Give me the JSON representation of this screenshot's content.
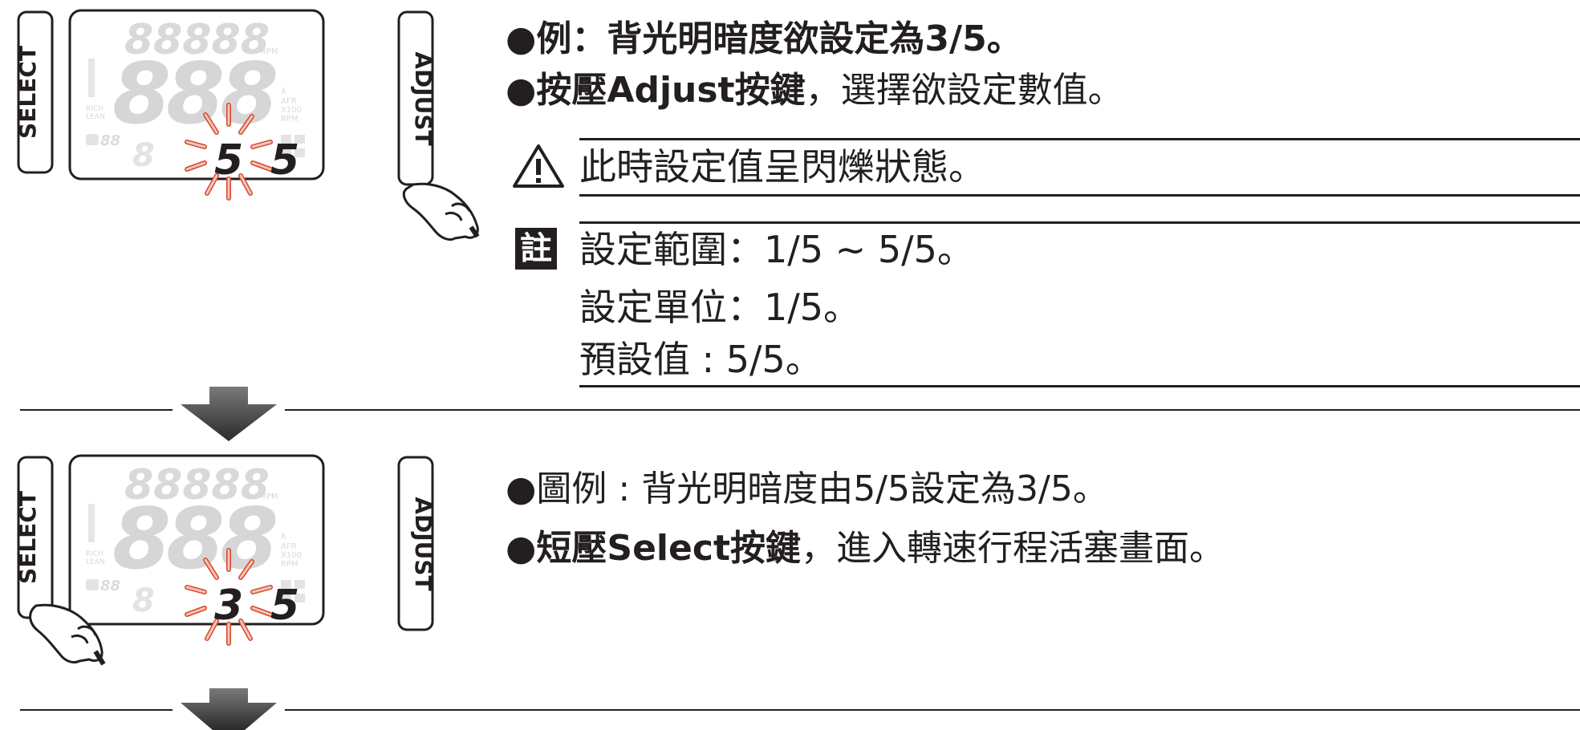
{
  "step1": {
    "panel": {
      "select_label": "SELECT",
      "adjust_label": "ADJUST",
      "top_digits": "88888",
      "rpm_small": "RPM",
      "main_digits": "888",
      "rich": "RICH",
      "lean": "LEAN",
      "afr": "AFR",
      "x100": "X100",
      "rpm": "RPM",
      "lambda": "λ",
      "value_left": "5",
      "value_right": "5",
      "small_digits": "88"
    },
    "line1": "●例：背光明暗度欲設定為3/5。",
    "line2_bullet": "●",
    "line2_bold": "按壓Adjust按鍵",
    "line2_rest": "，選擇欲設定數值。",
    "warning_text": "此時設定值呈閃爍狀態。",
    "note_icon": "註",
    "note_lines": [
      "設定範圍：1/5 ~ 5/5。",
      "設定單位：1/5。",
      "預設值 : 5/5。"
    ]
  },
  "step2": {
    "panel": {
      "select_label": "SELECT",
      "adjust_label": "ADJUST",
      "top_digits": "88888",
      "rpm_small": "RPM",
      "main_digits": "888",
      "rich": "RICH",
      "lean": "LEAN",
      "afr": "AFR",
      "x100": "X100",
      "rpm": "RPM",
      "lambda": "λ",
      "value_left": "3",
      "value_right": "5",
      "small_digits": "88"
    },
    "line1": "●圖例 : 背光明暗度由5/5設定為3/5。",
    "line2_bullet": "●",
    "line2_bold": "短壓Select按鍵",
    "line2_rest": "，進入轉速行程活塞畫面。"
  }
}
